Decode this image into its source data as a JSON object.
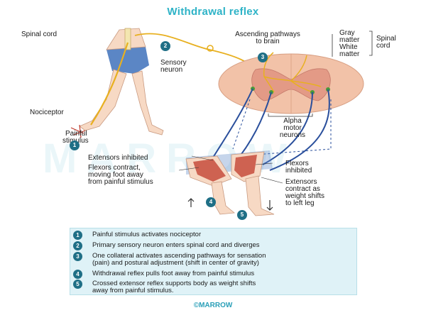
{
  "title": "Withdrawal reflex",
  "watermark": "MARROW",
  "footer": "©MARROW",
  "labels": {
    "spinal_cord": "Spinal cord",
    "sensory_neuron_1": "Sensory",
    "sensory_neuron_2": "neuron",
    "ascending_1": "Ascending pathways",
    "ascending_2": "to brain",
    "gray_matter_1": "Gray",
    "gray_matter_2": "matter",
    "white_matter_1": "White",
    "white_matter_2": "matter",
    "spinal_cord_right_1": "Spinal",
    "spinal_cord_right_2": "cord",
    "nociceptor": "Nociceptor",
    "painful_stimulus_1": "Painful",
    "painful_stimulus_2": "stimulus",
    "alpha_1": "Alpha",
    "alpha_2": "motor",
    "alpha_3": "neurons",
    "extensors_inhibited": "Extensors inhibited",
    "flexors_contract_1": "Flexors contract,",
    "flexors_contract_2": "moving foot away",
    "flexors_contract_3": "from painful stimulus",
    "flexors_inhibited_1": "Flexors",
    "flexors_inhibited_2": "inhibited",
    "extensors_contract_1": "Extensors",
    "extensors_contract_2": "contract as",
    "extensors_contract_3": "weight shifts",
    "extensors_contract_4": "to left leg"
  },
  "callouts": {
    "c1": "1",
    "c2": "2",
    "c3": "3",
    "c4": "4",
    "c5": "5"
  },
  "steps": [
    {
      "num": "1",
      "line1": "Painful stimulus activates nociceptor",
      "line2": ""
    },
    {
      "num": "2",
      "line1": "Primary sensory neuron enters spinal cord and diverges",
      "line2": ""
    },
    {
      "num": "3",
      "line1": "One collateral activates ascending pathways for sensation",
      "line2": "(pain) and postural adjustment (shift in center of gravity)"
    },
    {
      "num": "4",
      "line1": "Withdrawal reflex pulls foot away from painful stimulus",
      "line2": ""
    },
    {
      "num": "5",
      "line1": "Crossed extensor reflex supports body as weight shifts",
      "line2": "away from painful stimulus."
    }
  ],
  "colors": {
    "accent": "#2eb3c7",
    "callout": "#1f6f86",
    "sensory": "#e8b020",
    "motor": "#2a4f9c",
    "cord": "#f2c2a8",
    "skin": "#f7d9c4",
    "shorts": "#5b86c5",
    "muscle": "#c0392b",
    "legend_bg": "#dff2f7"
  }
}
